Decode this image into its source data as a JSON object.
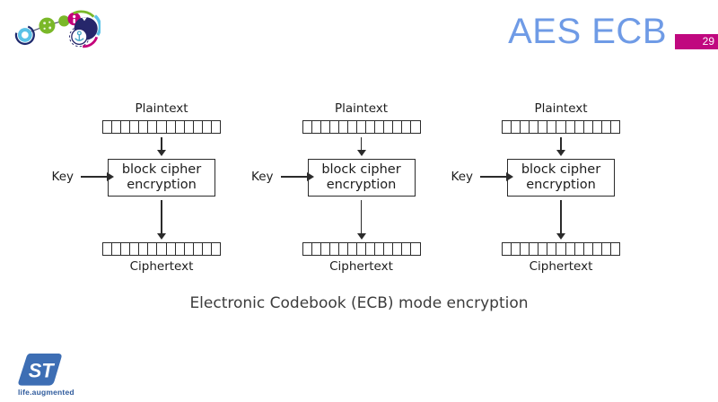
{
  "header": {
    "title": "AES ECB",
    "page_number": "29",
    "logo_name": "secure-iot-event-logo"
  },
  "colors": {
    "title_blue": "#6F9BE6",
    "badge_magenta": "#C0087F",
    "diagram_ink": "#2b2b2b",
    "logo_green": "#7AB829",
    "logo_cyan": "#5BC2E7",
    "logo_navy": "#26276B",
    "st_blue": "#3D6EB4"
  },
  "diagram": {
    "caption": "Electronic Codebook (ECB) mode encryption",
    "cells_per_block": 13,
    "units": [
      {
        "plaintext": "Plaintext",
        "key": "Key",
        "box_line1": "block cipher",
        "box_line2": "encryption",
        "ciphertext": "Ciphertext"
      },
      {
        "plaintext": "Plaintext",
        "key": "Key",
        "box_line1": "block cipher",
        "box_line2": "encryption",
        "ciphertext": "Ciphertext"
      },
      {
        "plaintext": "Plaintext",
        "key": "Key",
        "box_line1": "block cipher",
        "box_line2": "encryption",
        "ciphertext": "Ciphertext"
      }
    ]
  },
  "footer": {
    "st_monogram": "ST",
    "st_logo_text": "life.augmented"
  }
}
